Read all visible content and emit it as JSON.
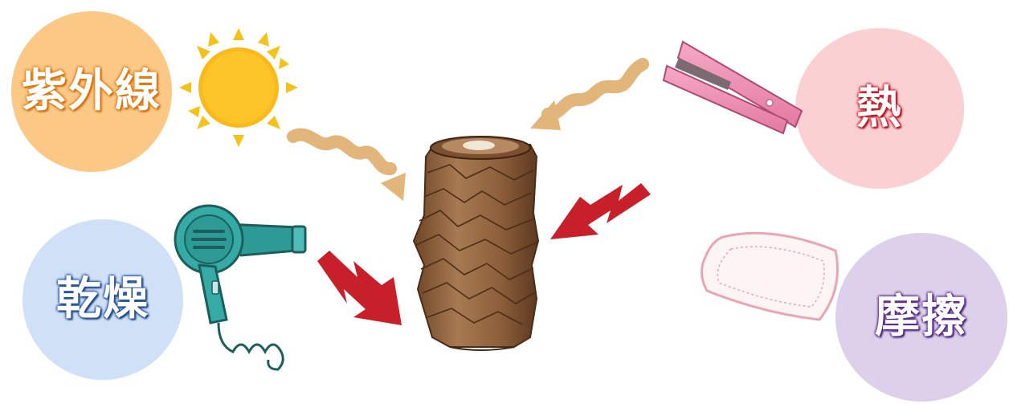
{
  "factors": {
    "uv": {
      "label": "紫外線"
    },
    "dry": {
      "label": "乾燥"
    },
    "heat": {
      "label": "熱"
    },
    "friction": {
      "label": "摩擦"
    }
  },
  "icons": {
    "sun": "sun-icon",
    "hair_dryer": "hair-dryer-icon",
    "hair_iron": "hair-iron-icon",
    "pillow": "pillow-icon",
    "hair_strand": "damaged-hair-strand-icon",
    "wavy_arrow": "wavy-arrow-icon",
    "zigzag_arrow": "zigzag-arrow-icon"
  },
  "colors": {
    "uv_circle": "#fbc885",
    "dry_circle": "#cfe0f7",
    "heat_circle": "#fbd0d3",
    "friction_circle": "#dcd0ea",
    "wavy_arrow": "#e2b57a",
    "zigzag_arrow": "#c8202a",
    "hair": "#9a6b43"
  }
}
